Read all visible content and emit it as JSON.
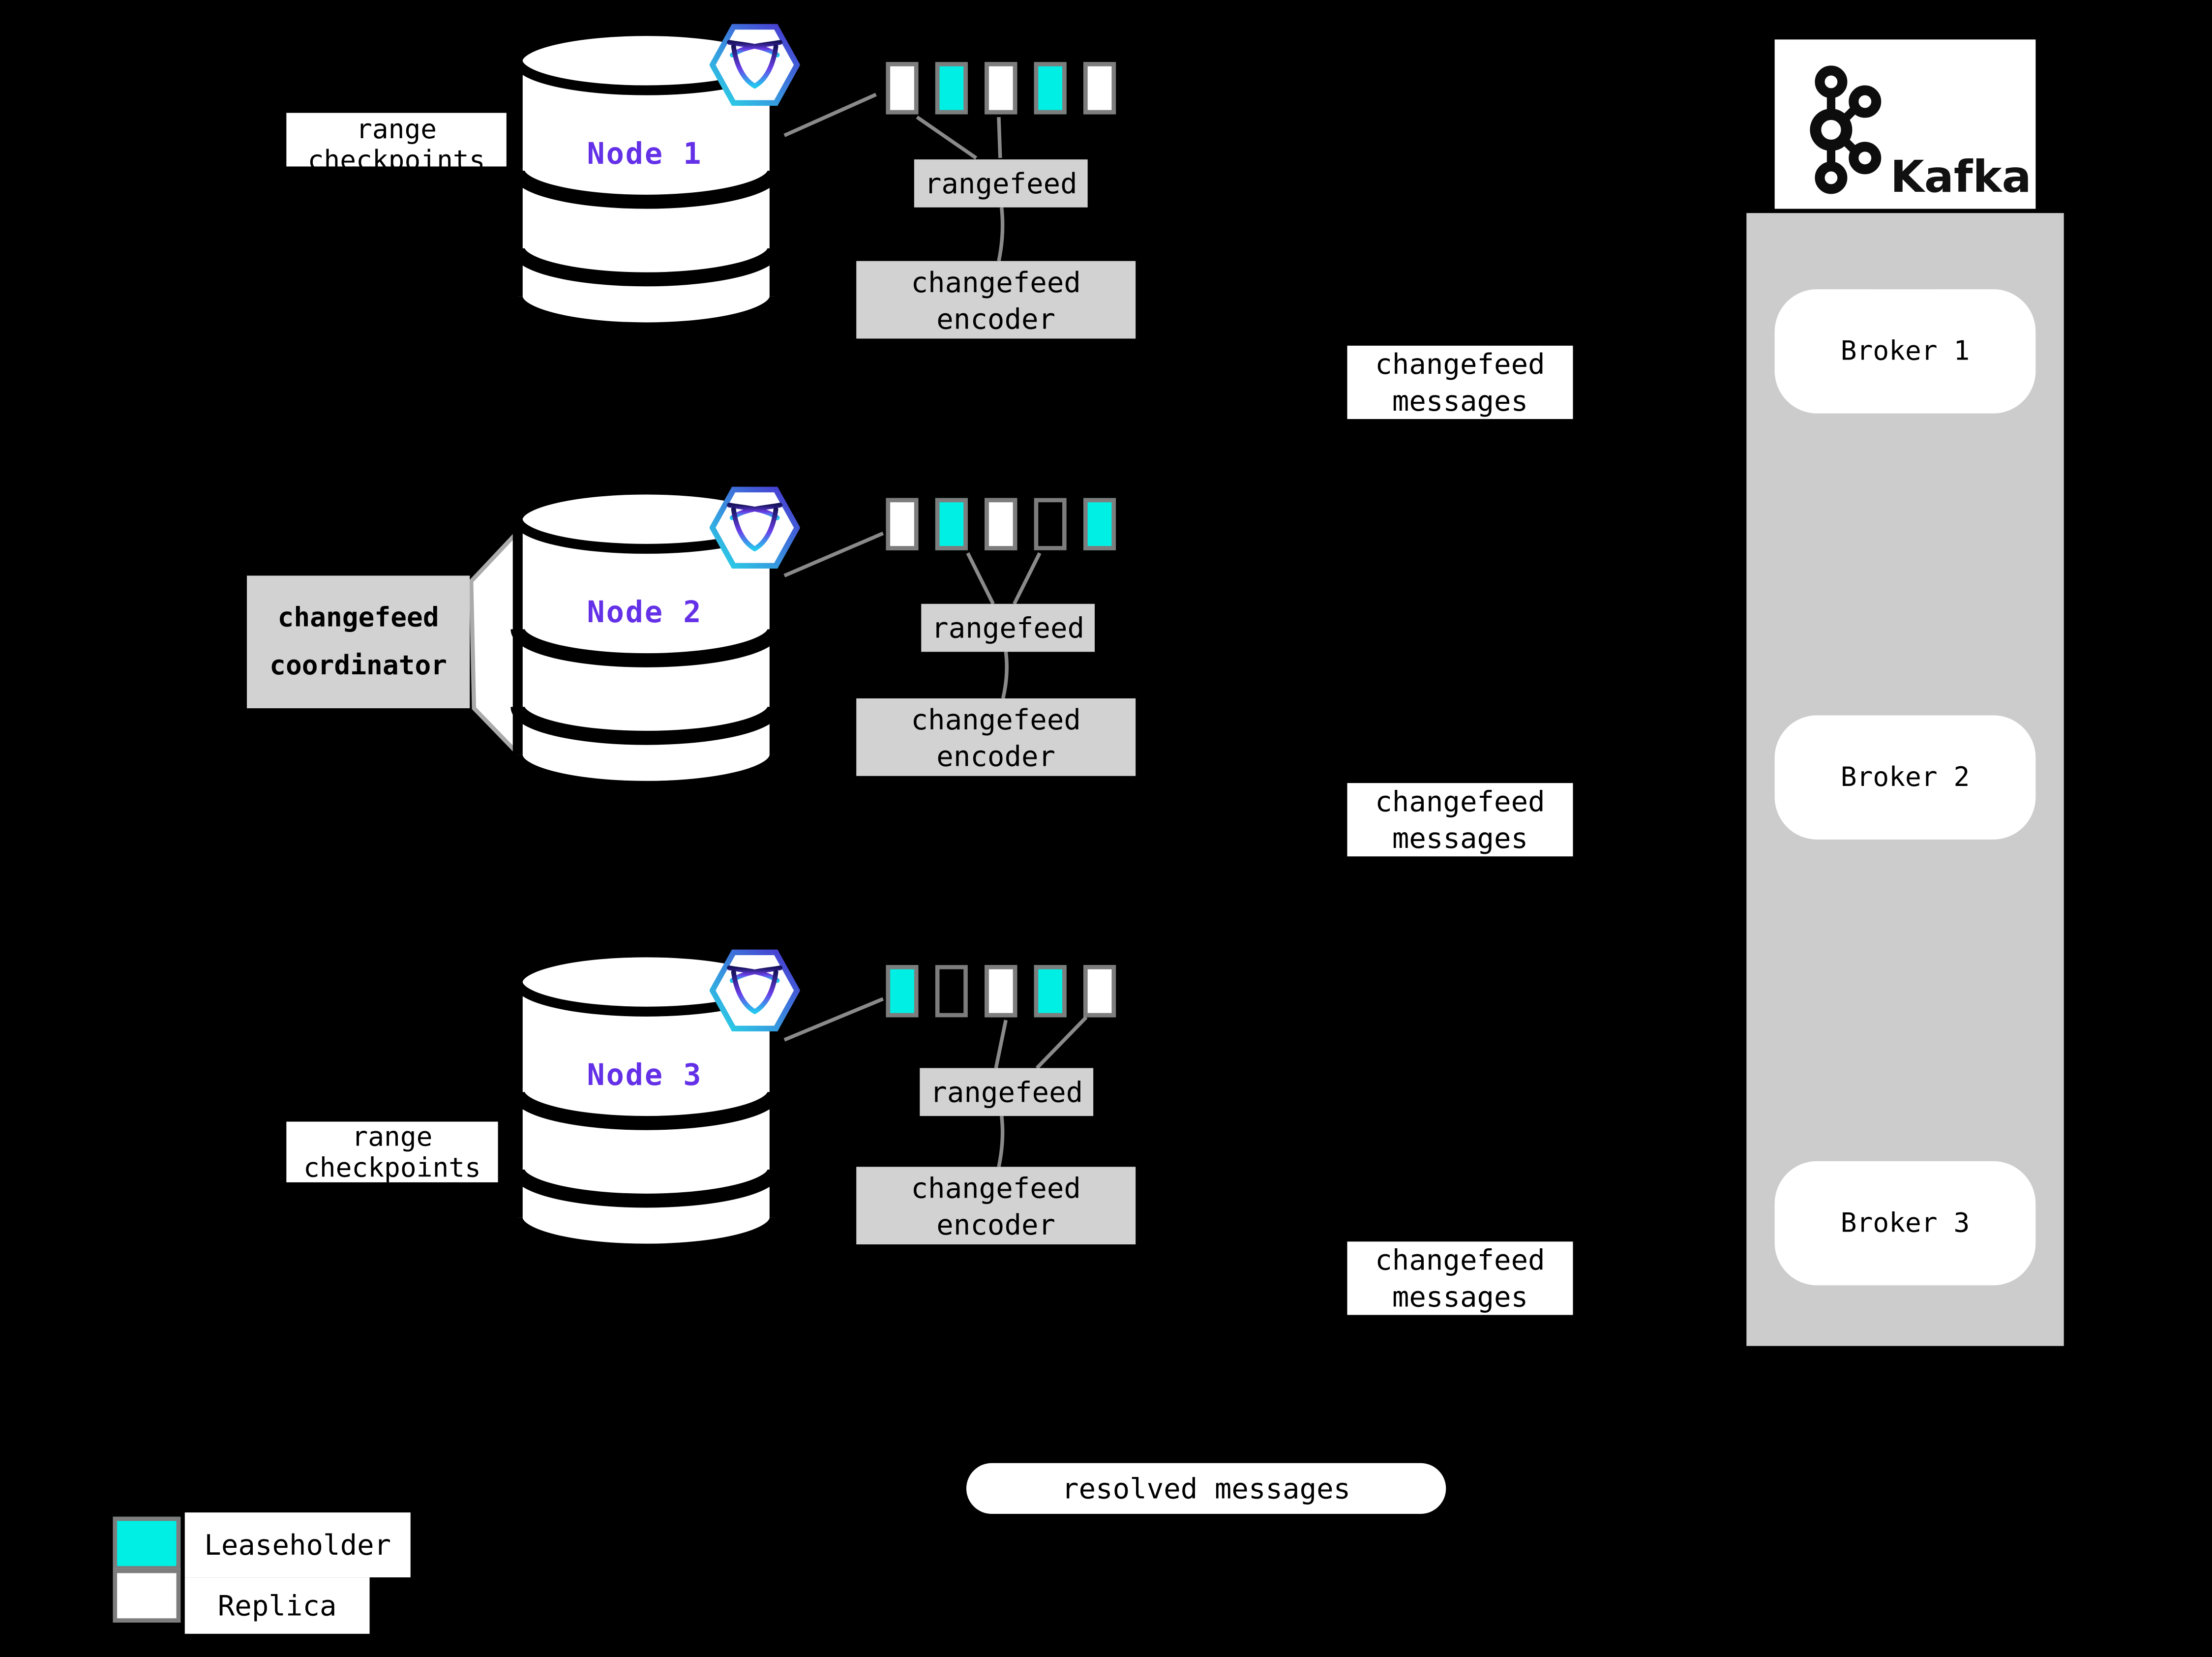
{
  "colors": {
    "leaseholder": "#00efe4",
    "replica": "#ffffff",
    "none": "transparent",
    "box_gray": "#d2d2d2",
    "container_gray": "#cccccc",
    "node_label_purple": "#6431e8",
    "connector_gray": "#8a8a8a",
    "square_border": "#7d7d7d"
  },
  "labels": {
    "range_checkpoints_l1": "range",
    "range_checkpoints_l2": "checkpoints",
    "rangefeed": "rangefeed",
    "encoder_l1": "changefeed",
    "encoder_l2": "encoder",
    "messages_l1": "changefeed",
    "messages_l2": "messages",
    "coordinator_l1": "changefeed",
    "coordinator_l2": "coordinator",
    "resolved": "resolved messages"
  },
  "nodes": [
    {
      "name": "Node 1",
      "ranges": [
        "replica",
        "leaseholder",
        "replica",
        "leaseholder",
        "replica"
      ]
    },
    {
      "name": "Node 2",
      "ranges": [
        "replica",
        "leaseholder",
        "replica",
        "none",
        "leaseholder"
      ]
    },
    {
      "name": "Node 3",
      "ranges": [
        "leaseholder",
        "none",
        "replica",
        "leaseholder",
        "replica"
      ]
    }
  ],
  "kafka": {
    "brand": "Kafka",
    "brokers": [
      {
        "label": "Broker 1"
      },
      {
        "label": "Broker 2"
      },
      {
        "label": "Broker 3"
      }
    ]
  },
  "legend": {
    "items": [
      {
        "type": "leaseholder",
        "label": "Leaseholder"
      },
      {
        "type": "replica",
        "label": "Replica"
      }
    ]
  }
}
